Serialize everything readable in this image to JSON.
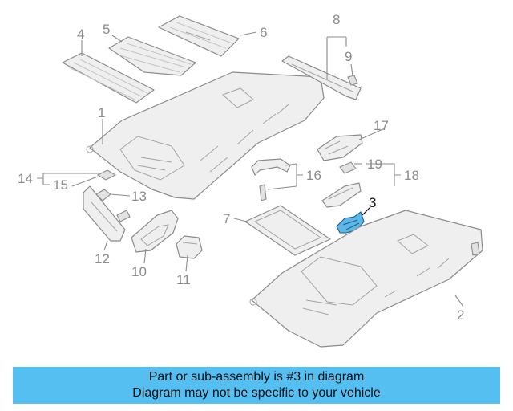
{
  "diagram": {
    "callouts": [
      "1",
      "2",
      "3",
      "4",
      "5",
      "6",
      "7",
      "8",
      "9",
      "10",
      "11",
      "12",
      "13",
      "14",
      "15",
      "16",
      "17",
      "18",
      "19"
    ],
    "highlighted_part": "3",
    "highlight_color": "#5bb8e8"
  },
  "banner": {
    "line1": "Part or sub-assembly is #3 in diagram",
    "line2": "Diagram may not be specific to your vehicle",
    "background": "#55bff2"
  }
}
